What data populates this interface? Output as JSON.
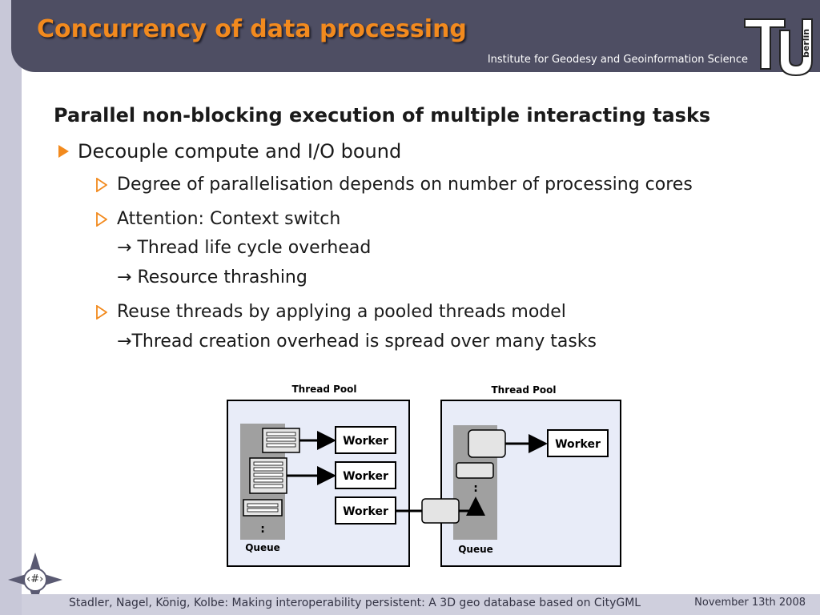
{
  "slide": {
    "title": "Concurrency of data processing",
    "institute": "Institute for Geodesy and Geoinformation Science",
    "logo_text": "berlin",
    "heading": "Parallel non-blocking execution of multiple interacting tasks",
    "bullets": [
      {
        "text": "Decouple compute and I/O bound"
      },
      {
        "text": "Degree of parallelisation depends on number of processing cores"
      },
      {
        "text": "Attention: Context switch"
      },
      {
        "text": "Thread life cycle overhead"
      },
      {
        "text": "Resource thrashing"
      },
      {
        "text": "Reuse threads by applying a pooled threads model"
      },
      {
        "text": "Thread creation overhead is spread over many tasks"
      }
    ],
    "arrow_glyph": "→"
  },
  "diagram": {
    "pool_left": {
      "title": "Thread Pool",
      "queue_label": "Queue",
      "workers": [
        "Worker",
        "Worker",
        "Worker"
      ],
      "dots": ":"
    },
    "pool_right": {
      "title": "Thread Pool",
      "queue_label": "Queue",
      "workers": [
        "Worker"
      ],
      "dots": ":"
    }
  },
  "footer": {
    "citation": "Stadler, Nagel, König, Kolbe: Making interoperability persistent: A 3D geo database based on CityGML",
    "date": "November 13th 2008",
    "nav_label": "‹#›"
  },
  "colors": {
    "header": "#4e4e63",
    "title": "#f28a1e",
    "accent": "#f28a1e",
    "panel": "#e8ecf8",
    "queue": "#a0a0a0"
  }
}
